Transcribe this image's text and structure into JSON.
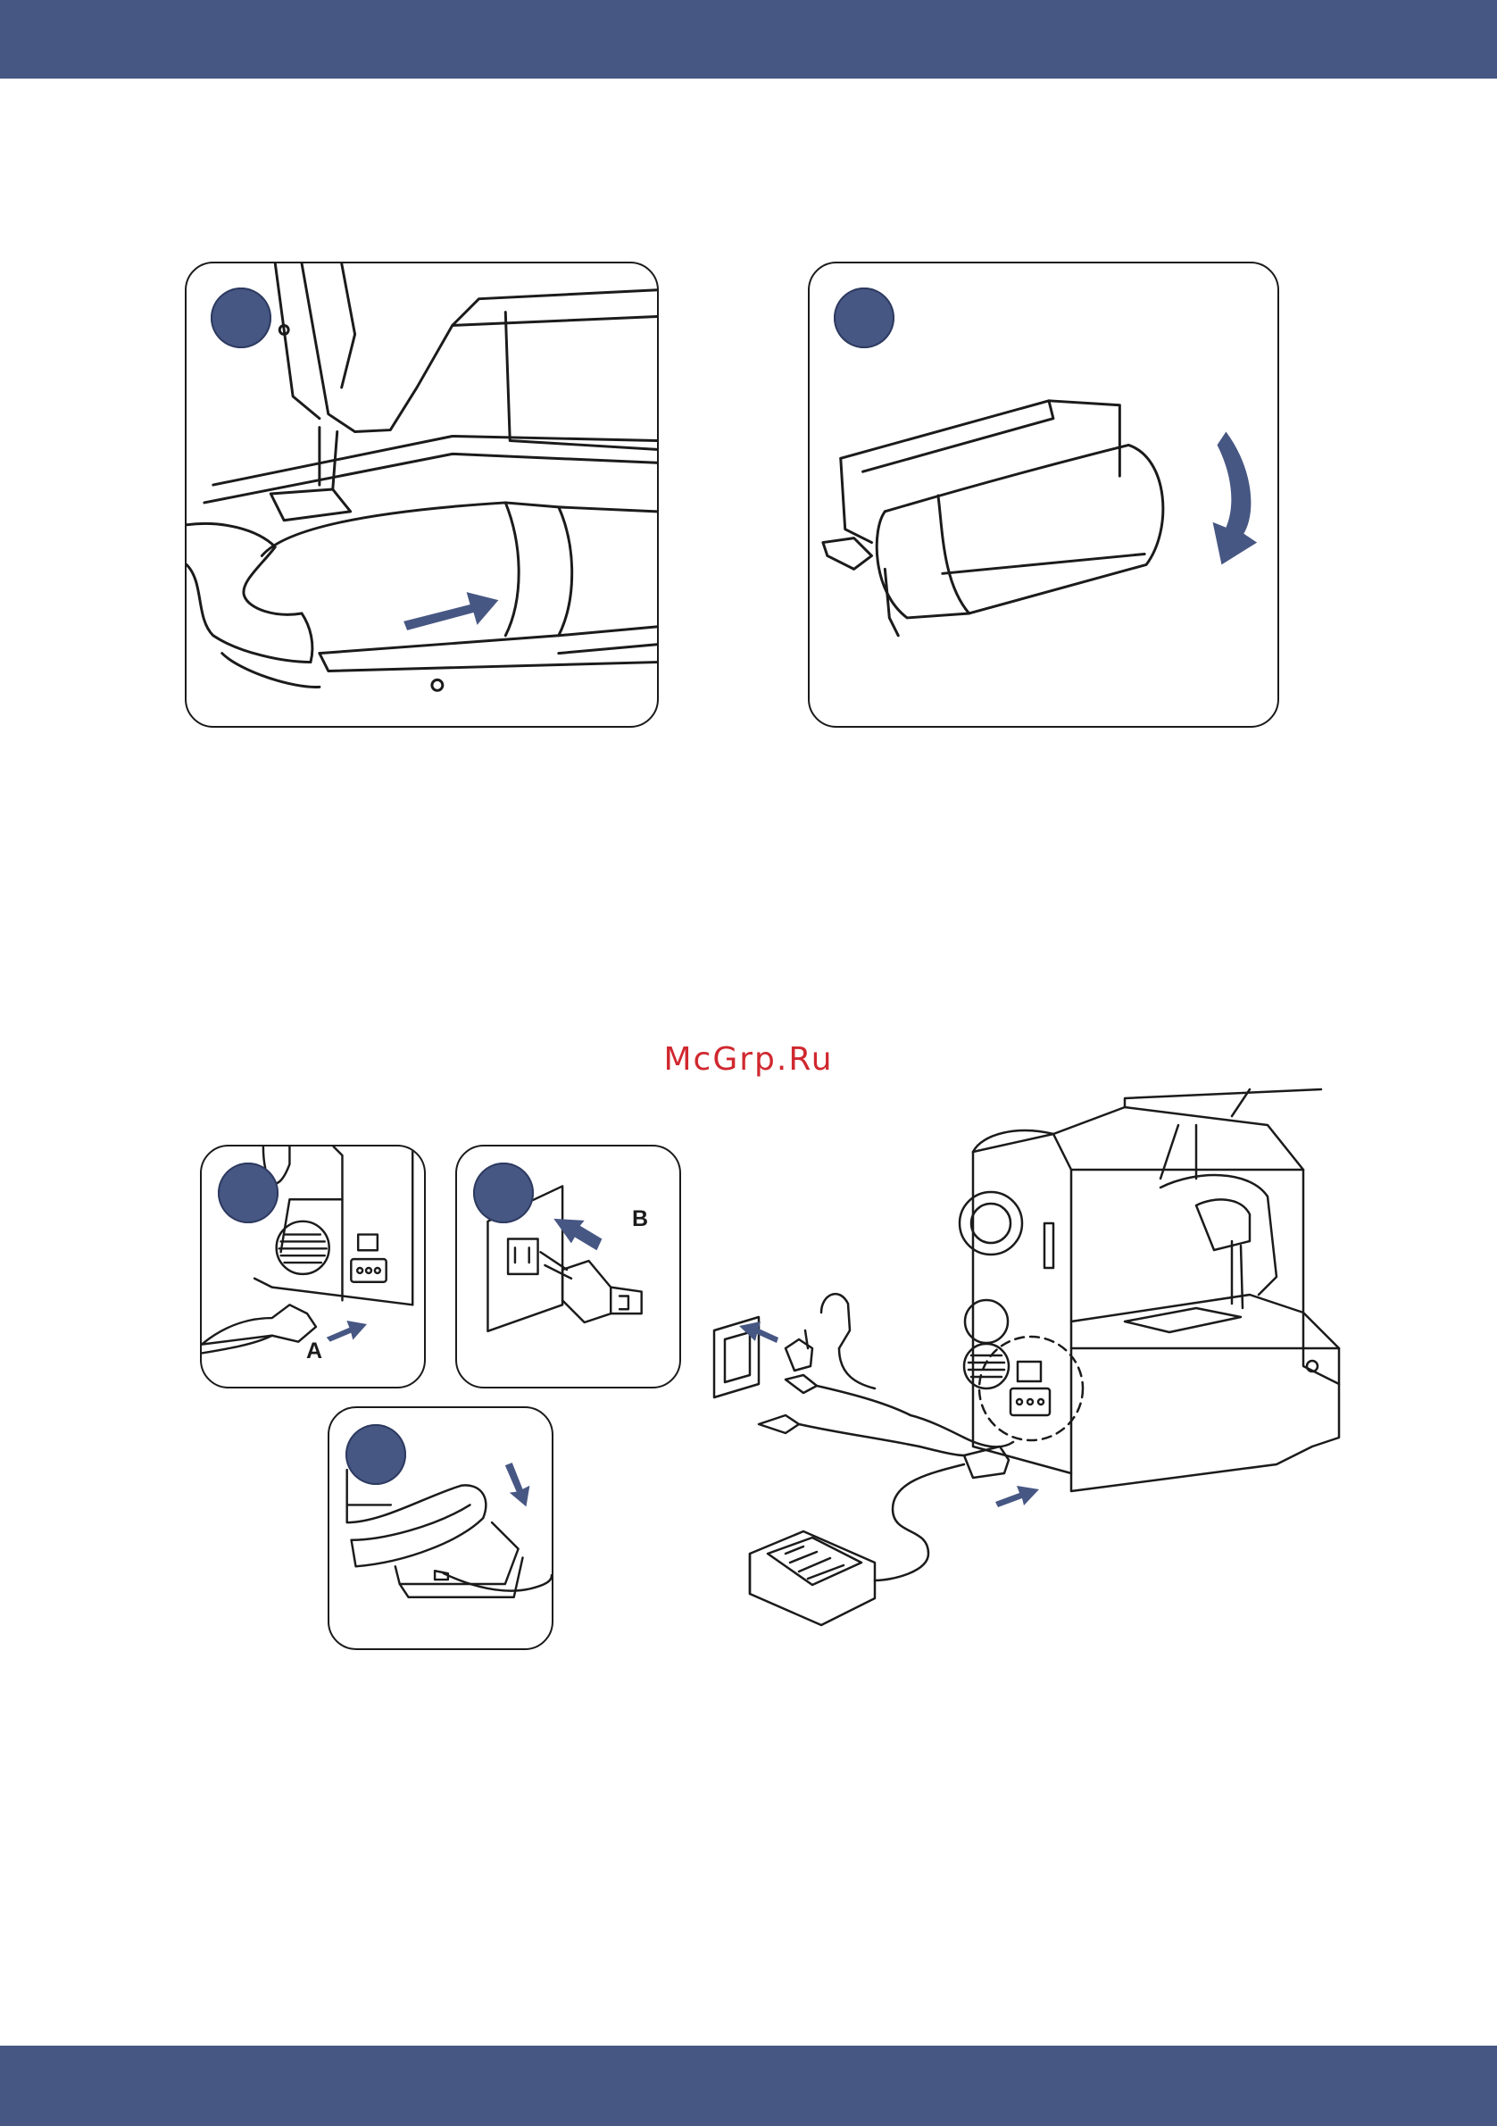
{
  "watermark": {
    "text": "McGrp.Ru"
  },
  "colors": {
    "accent": "#475783",
    "line": "#1b1b1b",
    "watermark": "#d0282f"
  },
  "panels": {
    "free_arm": {
      "icon": "slide-extension-table-illustration"
    },
    "accessory_box": {
      "icon": "open-accessory-box-illustration"
    },
    "power_socket": {
      "icon": "machine-power-socket-illustration",
      "callout": "A"
    },
    "wall_outlet": {
      "icon": "wall-outlet-plug-illustration",
      "callout": "B"
    },
    "foot_pedal": {
      "icon": "press-foot-pedal-illustration"
    }
  },
  "overview": {
    "icon": "sewing-machine-connection-overview-illustration"
  }
}
